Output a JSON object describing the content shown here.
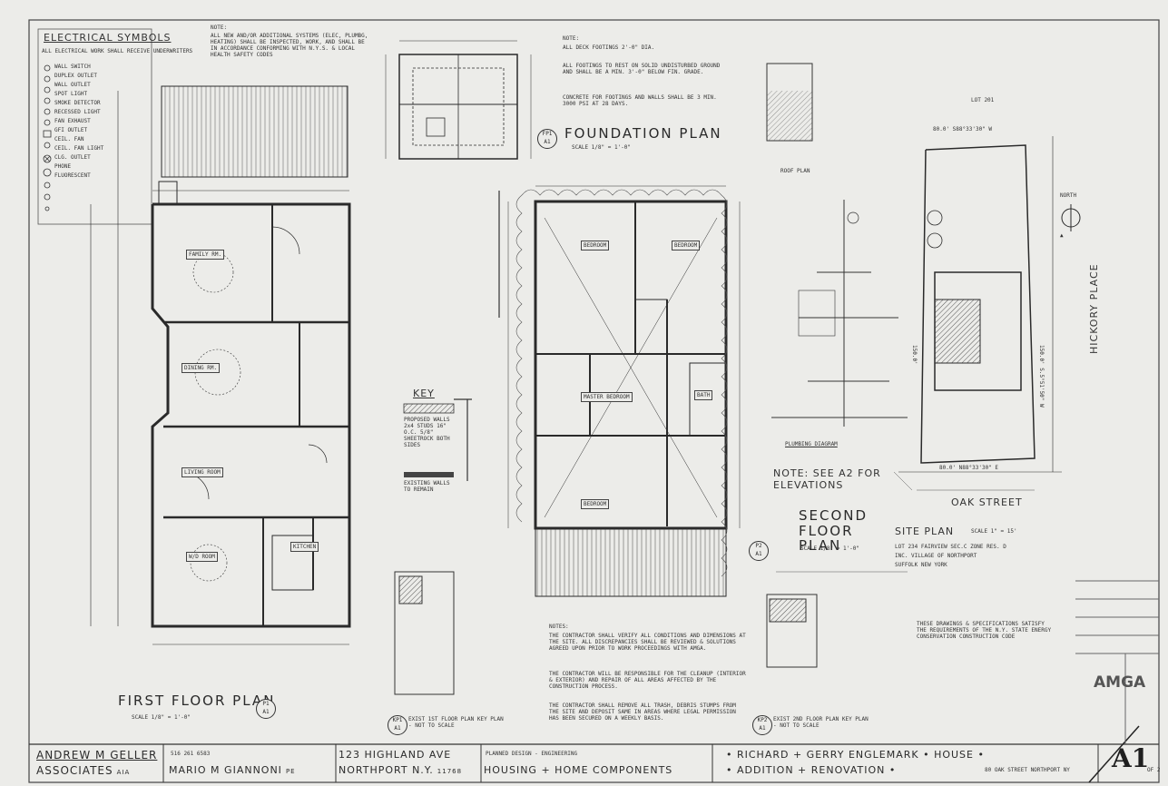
{
  "sheet": {
    "number": "A1",
    "of": "OF 2",
    "logo": "AMGA"
  },
  "electrical": {
    "title": "ELECTRICAL SYMBOLS",
    "intro": "ALL ELECTRICAL WORK SHALL RECEIVE UNDERWRITERS",
    "items": [
      "WALL SWITCH",
      "DUPLEX OUTLET",
      "WALL OUTLET",
      "SPOT LIGHT",
      "SMOKE DETECTOR",
      "RECESSED LIGHT",
      "FAN EXHAUST",
      "GFI OUTLET",
      "CEIL. FAN",
      "CEIL. FAN LIGHT",
      "CLG. OUTLET",
      "PHONE",
      "FLUORESCENT"
    ]
  },
  "notes_top": {
    "heading": "NOTE:",
    "text": "ALL NEW AND/OR ADDITIONAL SYSTEMS (ELEC, PLUMBG, HEATING) SHALL BE INSPECTED, WORK, AND SHALL BE IN ACCORDANCE CONFORMING WITH N.Y.S. & LOCAL HEALTH SAFETY CODES"
  },
  "foundation_notes": {
    "heading": "NOTE:",
    "lines": [
      "ALL DECK FOOTINGS 2'-0\" DIA.",
      "ALL FOOTINGS TO REST ON SOLID UNDISTURBED GROUND AND SHALL BE A MIN. 3'-0\" BELOW FIN. GRADE.",
      "CONCRETE FOR FOOTINGS AND WALLS SHALL BE 3 MIN. 3000 PSI AT 28 DAYS."
    ]
  },
  "titles": {
    "foundation": "FOUNDATION PLAN",
    "foundation_scale": "SCALE 1/8\" = 1'-0\"",
    "first_floor": "FIRST FLOOR PLAN",
    "first_floor_scale": "SCALE 1/8\" = 1'-0\"",
    "second_floor": "SECOND FLOOR PLAN",
    "second_floor_scale": "SCALE 1/8\" = 1'-0\"",
    "site_plan": "SITE PLAN",
    "site_scale": "SCALE 1\" = 15'",
    "plumbing": "PLUMBING DIAGRAM",
    "roof_plan": "ROOF PLAN",
    "key": "KEY",
    "north": "NORTH"
  },
  "key": {
    "proposed": "PROPOSED WALLS 2x4 STUDS 16\" O.C. 5/8\" SHEETROCK BOTH SIDES",
    "existing": "EXISTING WALLS TO REMAIN"
  },
  "site": {
    "street1": "OAK STREET",
    "street2": "HICKORY PLACE",
    "lot": "LOT 201",
    "lot_line": "LOT 234 FAIRVIEW SEC.C ZONE RES. D",
    "village": "INC. VILLAGE OF NORTHPORT",
    "county": "SUFFOLK NEW YORK",
    "dims": [
      "80.0' S88°33'30\" W",
      "80.0' N88°33'30\" E",
      "150.0' S.5°51'50\" W",
      "150.0'"
    ]
  },
  "rooms_first": [
    "FAMILY RM.",
    "DINING RM.",
    "LIVING ROOM",
    "KITCHEN",
    "W/D ROOM"
  ],
  "rooms_second": [
    "BEDROOM",
    "BEDROOM",
    "MASTER BEDROOM",
    "BATH",
    "BEDROOM"
  ],
  "contractor_notes": {
    "heading": "NOTES:",
    "lines": [
      "THE CONTRACTOR SHALL VERIFY ALL CONDITIONS AND DIMENSIONS AT THE SITE. ALL DISCREPANCIES SHALL BE REVIEWED & SOLUTIONS AGREED UPON PRIOR TO WORK PROCEEDINGS WITH AMGA.",
      "THE CONTRACTOR WILL BE RESPONSIBLE FOR THE CLEANUP (INTERIOR & EXTERIOR) AND REPAIR OF ALL AREAS AFFECTED BY THE CONSTRUCTION PROCESS.",
      "THE CONTRACTOR SHALL REMOVE ALL TRASH, DEBRIS STUMPS FROM THE SITE AND DEPOSIT SAME IN AREAS WHERE LEGAL PERMISSION HAS BEEN SECURED ON A WEEKLY BASIS."
    ]
  },
  "energy_note": "THESE DRAWINGS & SPECIFICATIONS SATISFY THE REQUIREMENTS OF THE N.Y. STATE ENERGY CONSERVATION CONSTRUCTION CODE",
  "see_note": "NOTE: SEE A2 FOR ELEVATIONS",
  "key_plans": [
    "EXIST 1ST FLOOR PLAN KEY PLAN - NOT TO SCALE",
    "EXIST 2ND FLOOR PLAN KEY PLAN - NOT TO SCALE"
  ],
  "title_block": {
    "firm1": "ANDREW M GELLER",
    "firm2": "ASSOCIATES",
    "firm2_suffix": "AIA",
    "phone": "516 261 6583",
    "architect": "MARIO M GIANNONI",
    "architect_suffix": "PE",
    "address1": "123 HIGHLAND AVE",
    "address2": "NORTHPORT N.Y.",
    "zip": "11768",
    "services": "PLANNED DESIGN - ENGINEERING",
    "company": "HOUSING + HOME COMPONENTS",
    "client": "• RICHARD + GERRY ENGLEMARK • HOUSE •",
    "project": "• ADDITION + RENOVATION •",
    "project_address": "80 OAK STREET NORTHPORT NY"
  }
}
